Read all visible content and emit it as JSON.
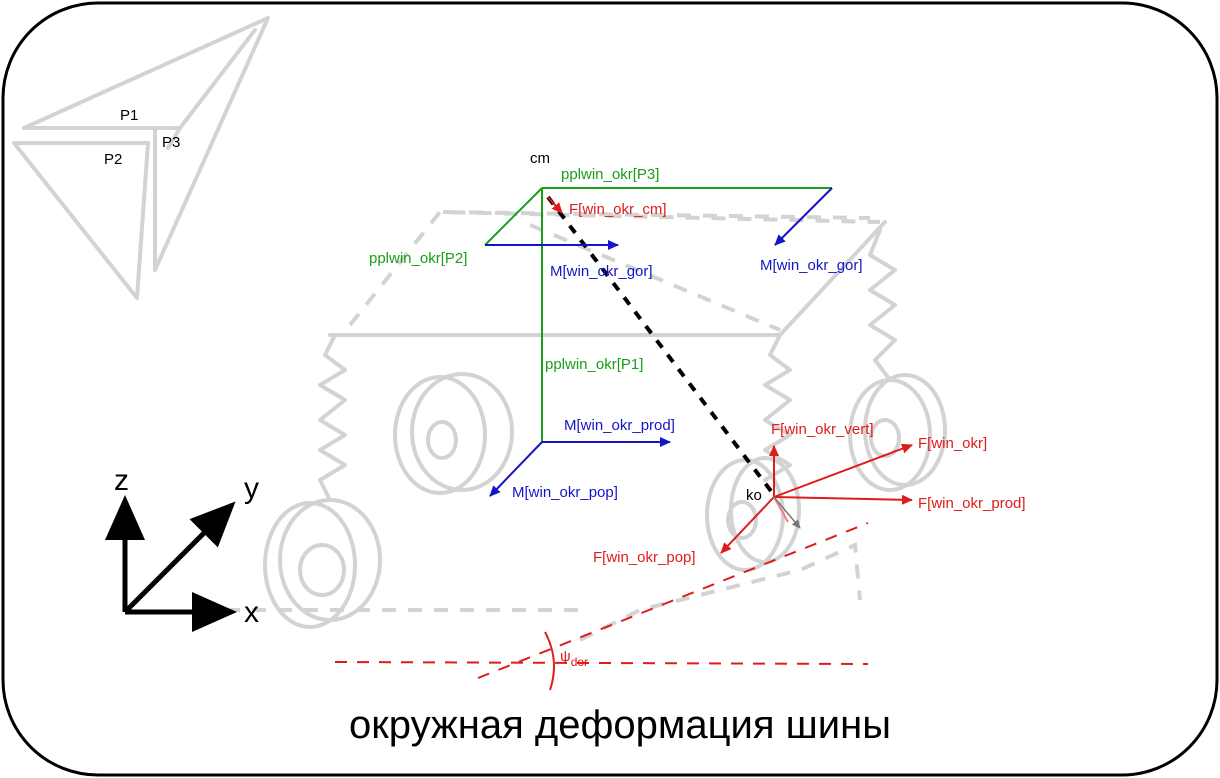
{
  "title": "окружная деформация шины",
  "axes": {
    "x": "x",
    "y": "y",
    "z": "z"
  },
  "inset_labels": {
    "p1": "P1",
    "p2": "P2",
    "p3": "P3"
  },
  "points": {
    "cm": "cm",
    "ko": "ko"
  },
  "labels": {
    "pplwin_p3": "pplwin_okr[P3]",
    "pplwin_p2": "pplwin_okr[P2]",
    "pplwin_p1": "pplwin_okr[P1]",
    "f_cm": "F[win_okr_cm]",
    "m_gor_left": "M[win_okr_gor]",
    "m_gor_right": "M[win_okr_gor]",
    "m_prod": "M[win_okr_prod]",
    "m_pop": "M[win_okr_pop]",
    "f_vert": "F[win_okr_vert]",
    "f_total": "F[win_okr]",
    "f_prod": "F[win_okr_prod]",
    "f_pop": "F[win_okr_pop]",
    "angle_main": "ψ",
    "angle_sub": "dor"
  },
  "colors": {
    "green": "#1a9e1a",
    "blue": "#1515c8",
    "red": "#e01b1b",
    "gray": "#d3d3d3",
    "black": "#000000"
  }
}
